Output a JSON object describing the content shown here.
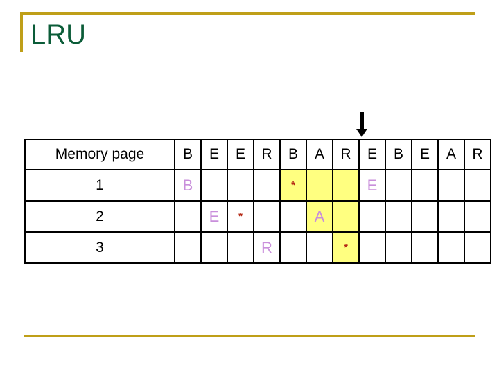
{
  "slide": {
    "title": "LRU",
    "title_color": "#0b5c38",
    "rule_color": "#bf9f18"
  },
  "annotations": {
    "arrow": {
      "name": "down-arrow",
      "points_to_column_index": 7,
      "points_to_reference": "E"
    }
  },
  "colors": {
    "page_letter": "#c98fdb",
    "star": "#b52a16",
    "highlight": "#ffff80",
    "grid": "#000000"
  },
  "table": {
    "row_header_label": "Memory page",
    "reference_string": [
      "B",
      "E",
      "E",
      "R",
      "B",
      "A",
      "R",
      "E",
      "B",
      "E",
      "A",
      "R"
    ],
    "frame_labels": [
      "1",
      "2",
      "3"
    ],
    "rows": [
      {
        "frame": "1",
        "cells": [
          {
            "text": "B",
            "kind": "page-letter",
            "highlight": false
          },
          {
            "text": "",
            "kind": "empty",
            "highlight": false
          },
          {
            "text": "",
            "kind": "empty",
            "highlight": false
          },
          {
            "text": "",
            "kind": "empty",
            "highlight": false
          },
          {
            "text": "*",
            "kind": "star",
            "highlight": true
          },
          {
            "text": "",
            "kind": "empty",
            "highlight": true
          },
          {
            "text": "",
            "kind": "empty",
            "highlight": true
          },
          {
            "text": "E",
            "kind": "page-letter",
            "highlight": false
          },
          {
            "text": "",
            "kind": "empty",
            "highlight": false
          },
          {
            "text": "",
            "kind": "empty",
            "highlight": false
          },
          {
            "text": "",
            "kind": "empty",
            "highlight": false
          },
          {
            "text": "",
            "kind": "empty",
            "highlight": false
          }
        ]
      },
      {
        "frame": "2",
        "cells": [
          {
            "text": "",
            "kind": "empty",
            "highlight": false
          },
          {
            "text": "E",
            "kind": "page-letter",
            "highlight": false
          },
          {
            "text": "*",
            "kind": "star",
            "highlight": false
          },
          {
            "text": "",
            "kind": "empty",
            "highlight": false
          },
          {
            "text": "",
            "kind": "empty",
            "highlight": false
          },
          {
            "text": "A",
            "kind": "page-letter",
            "highlight": true
          },
          {
            "text": "",
            "kind": "empty",
            "highlight": true
          },
          {
            "text": "",
            "kind": "empty",
            "highlight": false
          },
          {
            "text": "",
            "kind": "empty",
            "highlight": false
          },
          {
            "text": "",
            "kind": "empty",
            "highlight": false
          },
          {
            "text": "",
            "kind": "empty",
            "highlight": false
          },
          {
            "text": "",
            "kind": "empty",
            "highlight": false
          }
        ]
      },
      {
        "frame": "3",
        "cells": [
          {
            "text": "",
            "kind": "empty",
            "highlight": false
          },
          {
            "text": "",
            "kind": "empty",
            "highlight": false
          },
          {
            "text": "",
            "kind": "empty",
            "highlight": false
          },
          {
            "text": "R",
            "kind": "page-letter",
            "highlight": false
          },
          {
            "text": "",
            "kind": "empty",
            "highlight": false
          },
          {
            "text": "",
            "kind": "empty",
            "highlight": false
          },
          {
            "text": "*",
            "kind": "star",
            "highlight": true
          },
          {
            "text": "",
            "kind": "empty",
            "highlight": false
          },
          {
            "text": "",
            "kind": "empty",
            "highlight": false
          },
          {
            "text": "",
            "kind": "empty",
            "highlight": false
          },
          {
            "text": "",
            "kind": "empty",
            "highlight": false
          },
          {
            "text": "",
            "kind": "empty",
            "highlight": false
          }
        ]
      }
    ]
  }
}
